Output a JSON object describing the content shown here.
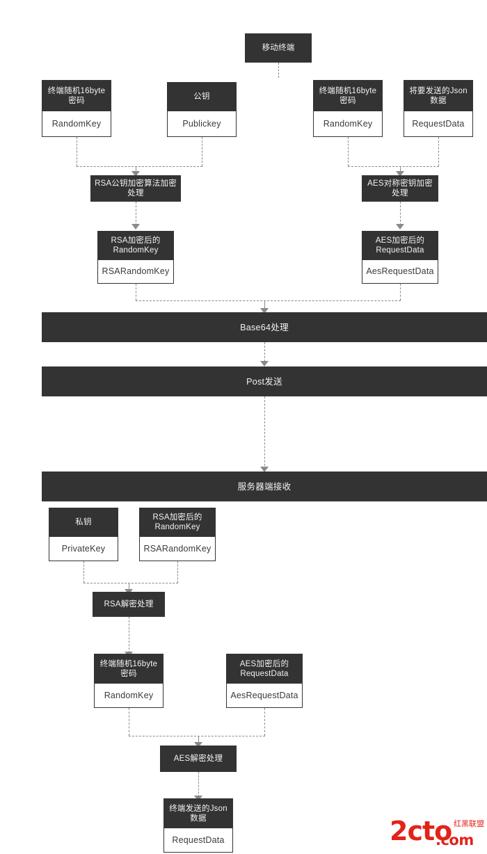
{
  "diagram": {
    "title": "移动终端",
    "client_section": {
      "header": "移动终端",
      "nodes": [
        {
          "head": "终端随机16byte密码",
          "body": "RandomKey"
        },
        {
          "head": "公钥",
          "body": "Publickey"
        },
        {
          "head": "终端随机16byte密码",
          "body": "RandomKey"
        },
        {
          "head": "将要发送的Json数据",
          "body": "RequestData"
        }
      ],
      "processes": [
        {
          "label": "RSA公钥加密算法加密处理"
        },
        {
          "label": "AES对称密钥加密处理"
        }
      ],
      "results": [
        {
          "head": "RSA加密后的RandomKey",
          "body": "RSARandomKey"
        },
        {
          "head": "AES加密后的RequestData",
          "body": "AesRequestData"
        }
      ],
      "bars": [
        {
          "label": "Base64处理"
        },
        {
          "label": "Post发送"
        }
      ]
    },
    "server_section": {
      "header": "服务器端接收",
      "nodes": [
        {
          "head": "私钥",
          "body": "PrivateKey"
        },
        {
          "head": "RSA加密后的RandomKey",
          "body": "RSARandomKey"
        }
      ],
      "processes": [
        {
          "label": "RSA解密处理"
        },
        {
          "label": "AES解密处理"
        }
      ],
      "results": [
        {
          "head": "终端随机16byte密码",
          "body": "RandomKey"
        },
        {
          "head": "AES加密后的RequestData",
          "body": "AesRequestData"
        }
      ],
      "final": {
        "head": "终端发送的Json数据",
        "body": "RequestData"
      }
    }
  },
  "watermark": {
    "main": "2cto",
    "domain": ".com",
    "cn": "红黑联盟",
    "color": "#e2231a"
  },
  "colors": {
    "box_dark": "#333333",
    "box_text": "#f2f2f2",
    "body_text": "#3a3a3a",
    "connector": "#8a8a8a",
    "background": "#ffffff"
  }
}
